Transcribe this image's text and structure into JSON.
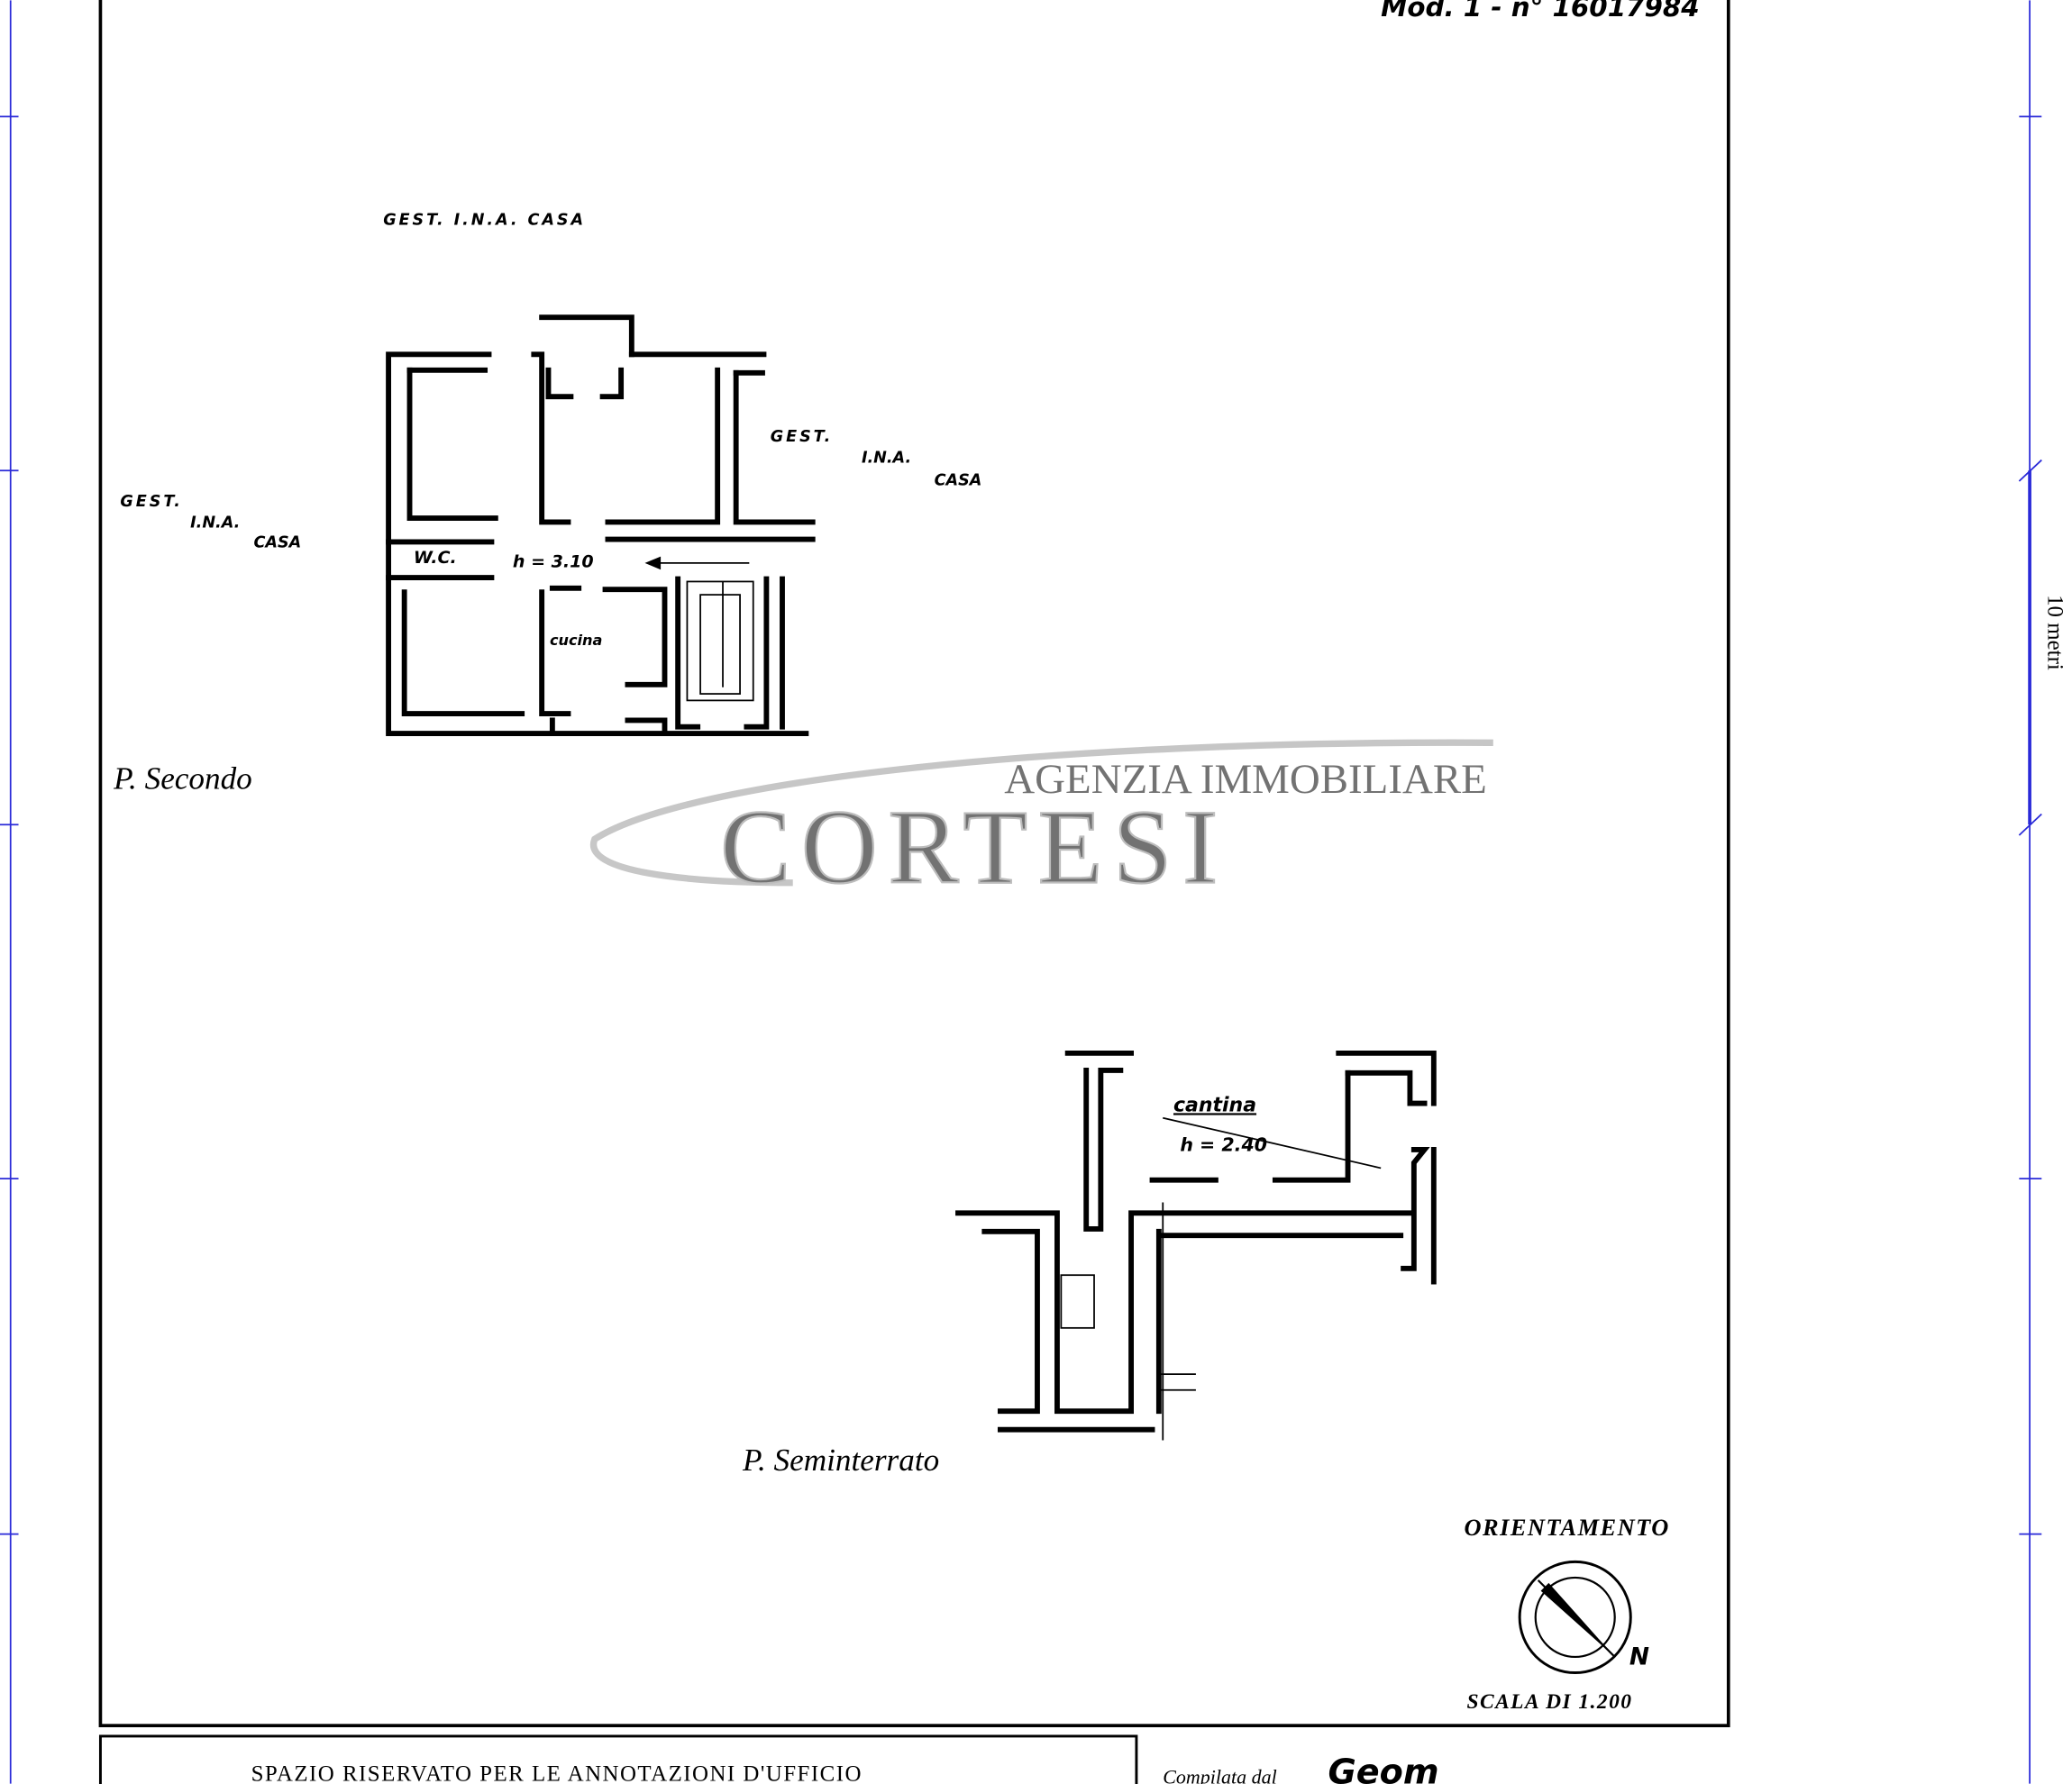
{
  "header": {
    "model_number": "Mod. 1 - n° 16017984"
  },
  "neighbors": {
    "top": "GEST. I.N.A. CASA",
    "right": [
      "GEST.",
      "I.N.A.",
      "CASA"
    ],
    "left": [
      "GEST.",
      "I.N.A.",
      "CASA"
    ]
  },
  "floor_second": {
    "title": "P. Secondo",
    "rooms": {
      "wc": "W.C.",
      "height": "h = 3.10",
      "kitchen": "cucina"
    }
  },
  "watermark": {
    "line1": "AGENZIA IMMOBILIARE",
    "line2": "CORTESI"
  },
  "floor_basement": {
    "title": "P. Seminterrato",
    "rooms": {
      "cellar": "cantina",
      "height": "h = 2.40"
    }
  },
  "orientation": {
    "label": "ORIENTAMENTO",
    "north": "N",
    "scale": "SCALA DI 1.200"
  },
  "footer": {
    "office_notes": "SPAZIO RISERVATO PER LE ANNOTAZIONI D'UFFICIO",
    "compiled_by_label": "Compilata dal",
    "compiled_by_value": "Geom"
  },
  "scale_bar": {
    "label": "10 metri"
  },
  "colors": {
    "ink": "#000000",
    "scale_bar": "#2a2ad8"
  }
}
